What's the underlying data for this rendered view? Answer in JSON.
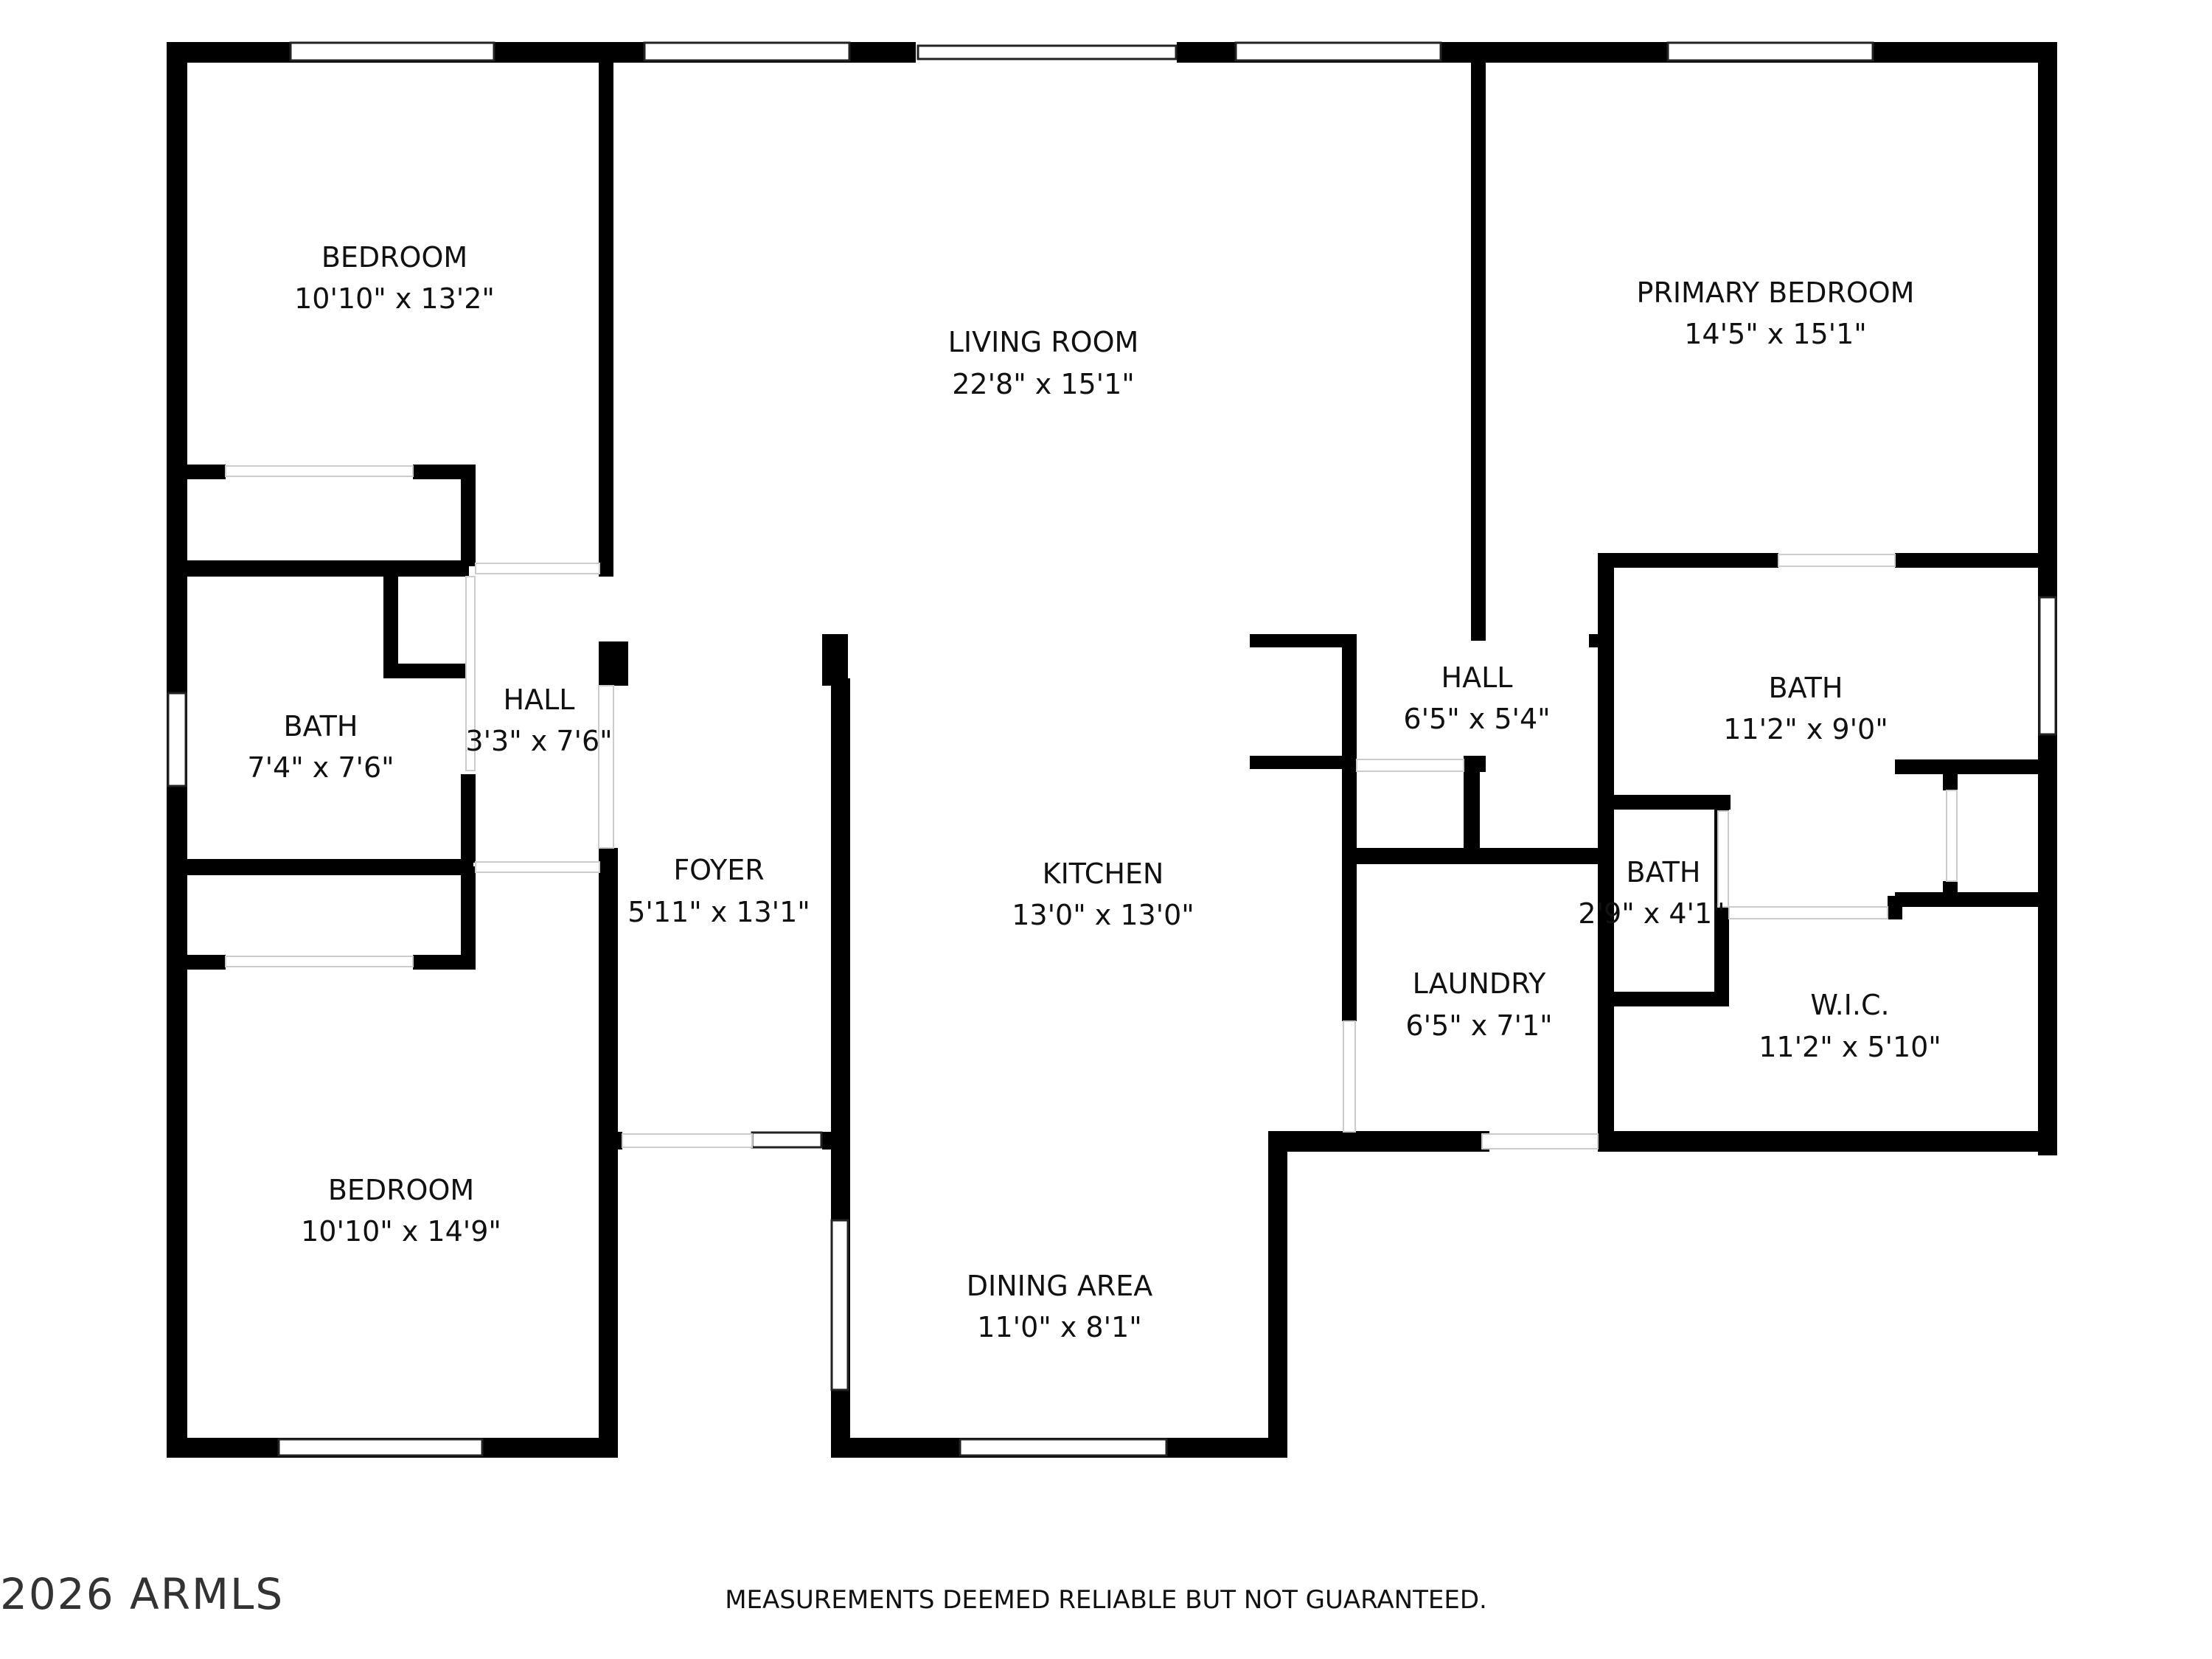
{
  "rooms": {
    "bedroom_top": {
      "name": "BEDROOM",
      "dims": "10'10\" x 13'2\""
    },
    "living_room": {
      "name": "LIVING ROOM",
      "dims": "22'8\" x 15'1\""
    },
    "primary_bedroom": {
      "name": "PRIMARY BEDROOM",
      "dims": "14'5\" x 15'1\""
    },
    "bath_left": {
      "name": "BATH",
      "dims": "7'4\" x 7'6\""
    },
    "hall_left": {
      "name": "HALL",
      "dims": "3'3\" x 7'6\""
    },
    "hall_right": {
      "name": "HALL",
      "dims": "6'5\" x 5'4\""
    },
    "bath_primary": {
      "name": "BATH",
      "dims": "11'2\" x 9'0\""
    },
    "foyer": {
      "name": "FOYER",
      "dims": "5'11\" x 13'1\""
    },
    "kitchen": {
      "name": "KITCHEN",
      "dims": "13'0\" x 13'0\""
    },
    "bath_small": {
      "name": "BATH",
      "dims": "2'9\" x 4'1\""
    },
    "laundry": {
      "name": "LAUNDRY",
      "dims": "6'5\" x 7'1\""
    },
    "wic": {
      "name": "W.I.C.",
      "dims": "11'2\" x 5'10\""
    },
    "bedroom_bottom": {
      "name": "BEDROOM",
      "dims": "10'10\" x 14'9\""
    },
    "dining_area": {
      "name": "DINING AREA",
      "dims": "11'0\" x 8'1\""
    }
  },
  "footer": {
    "disclaimer": "MEASUREMENTS DEEMED RELIABLE BUT NOT GUARANTEED.",
    "copyright": "2026 ARMLS"
  }
}
